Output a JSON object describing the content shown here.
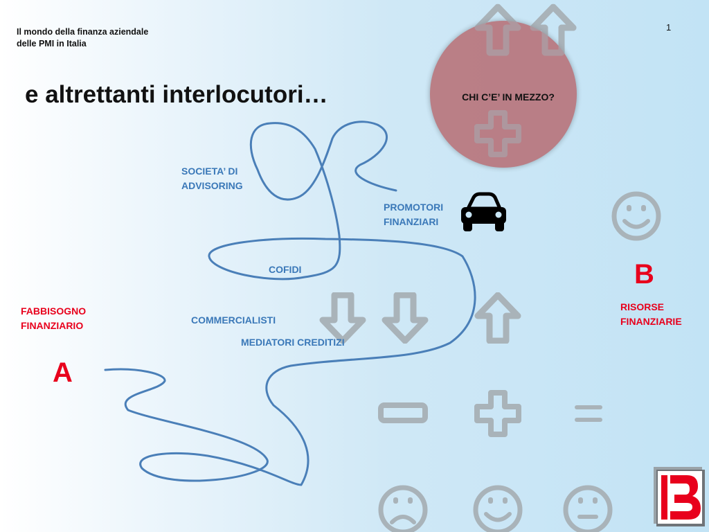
{
  "header": {
    "subtitle_line1": "Il mondo della finanza aziendale",
    "subtitle_line2": "delle PMI in Italia"
  },
  "page_number": "1",
  "title": "e altrettanti interlocutori…",
  "circle": {
    "label": "CHI C’E’ IN MEZZO?"
  },
  "interlocutors": {
    "advisoring_l1": "SOCIETA’ DI",
    "advisoring_l2": "ADVISORING",
    "promotori_l1": "PROMOTORI",
    "promotori_l2": "FINANZIARI",
    "cofidi": "COFIDI",
    "commercialisti": "COMMERCIALISTI",
    "mediatori": "MEDIATORI CREDITIZI"
  },
  "left": {
    "need_l1": "FABBISOGNO",
    "need_l2": "FINANZIARIO",
    "point": "A"
  },
  "right": {
    "res_l1": "RISORSE",
    "res_l2": "FINANZIARIE",
    "point": "B"
  },
  "colors": {
    "accent_red": "#e8001c",
    "label_blue": "#3a78b8",
    "path_blue": "#4a7fb8",
    "symbol_gray": "#a9b3b9",
    "circle": "#b76d73"
  },
  "icons": [
    "car-icon",
    "arrow-up-icon",
    "arrow-down-icon",
    "plus-icon",
    "minus-icon",
    "equals-icon",
    "smiley-icon",
    "sad-face-icon",
    "neutral-face-icon",
    "logo-b-icon"
  ]
}
